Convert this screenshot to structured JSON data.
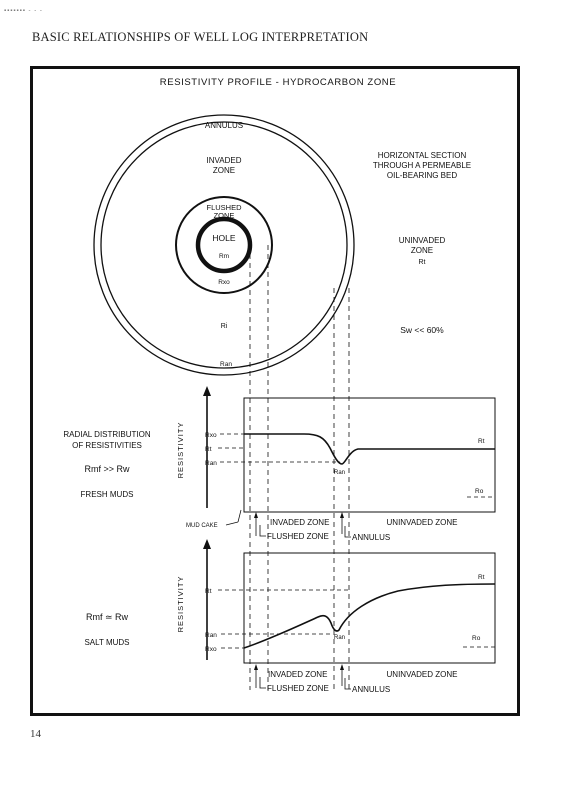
{
  "page": {
    "running_header": "BASIC RELATIONSHIPS OF WELL LOG INTERPRETATION",
    "page_number": "14",
    "corner_mark": "▪▪▪▪▪▪▪ - - -"
  },
  "figure": {
    "title": "RESISTIVITY  PROFILE - HYDROCARBON  ZONE",
    "section_note": [
      "HORIZONTAL SECTION",
      "THROUGH A PERMEABLE",
      "OIL-BEARING BED"
    ],
    "zones": {
      "annulus": "ANNULUS",
      "invaded": [
        "INVADED",
        "ZONE"
      ],
      "flushed": [
        "FLUSHED",
        "ZONE"
      ],
      "hole": "HOLE",
      "rm": "Rm",
      "rxo": "Rxo",
      "ri": "Ri",
      "ran": "Ran",
      "uninvaded": [
        "UNINVADED",
        "ZONE"
      ],
      "rt": "Rt"
    },
    "saturation": "Sw << 60%",
    "upper_panel": {
      "description": [
        "RADIAL  DISTRIBUTION",
        "OF RESISTIVITIES"
      ],
      "relation": "Rmf  >>  Rw",
      "mud_type": "FRESH MUDS",
      "axis_label": "RESISTIVITY",
      "y_labels": [
        "Rxo",
        "Rt",
        "Ran"
      ],
      "curve_labels": {
        "rt": "Rt",
        "ran": "Ran",
        "ro": "Ro"
      }
    },
    "middle_labels": {
      "mud_cake": "MUD CAKE",
      "invaded_zone": "INVADED ZONE",
      "flushed_zone": "FLUSHED ZONE",
      "uninvaded_zone": "UNINVADED ZONE",
      "annulus": "ANNULUS"
    },
    "lower_panel": {
      "relation": "Rmf  ≃  Rw",
      "mud_type": "SALT MUDS",
      "axis_label": "RESISTIVITY",
      "y_labels": [
        "Rt",
        "Ran",
        "Rxo"
      ],
      "curve_labels": {
        "rt": "Rt",
        "ran": "Ran",
        "ro": "Ro"
      }
    },
    "bottom_labels": {
      "invaded_zone": "INVADED ZONE",
      "flushed_zone": "FLUSHED ZONE",
      "uninvaded_zone": "UNINVADED ZONE",
      "annulus": "ANNULUS"
    }
  }
}
